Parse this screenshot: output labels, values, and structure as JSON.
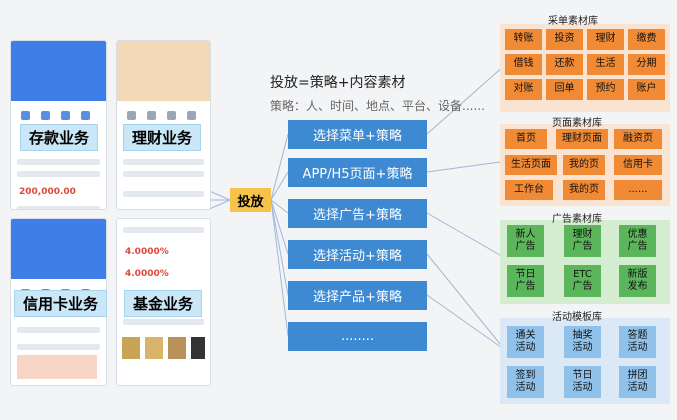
{
  "phones": [
    {
      "label": "存款业务",
      "amount": "200,000.00"
    },
    {
      "label": "理财业务"
    },
    {
      "label": "信用卡业务"
    },
    {
      "label": "基金业务",
      "rates": [
        "4.0000%",
        "4.0000%"
      ]
    }
  ],
  "center": {
    "heading": "投放=策略+内容素材",
    "strategy": "策略：人、时间、地点、平台、设备......",
    "hub": "投放",
    "buttons": [
      "选择菜单+策略",
      "APP/H5页面+策略",
      "选择广告+策略",
      "选择活动+策略",
      "选择产品+策略",
      "........"
    ]
  },
  "libraries": {
    "menu": {
      "title": "采单素材库",
      "items": [
        "转账",
        "投资",
        "理财",
        "缴费",
        "借钱",
        "还款",
        "生活",
        "分期",
        "对账",
        "回单",
        "预约",
        "账户"
      ]
    },
    "page": {
      "title": "页面素材库",
      "items": [
        "首页",
        "理财页面",
        "融资页",
        "生活页面",
        "我的页",
        "信用卡",
        "工作台",
        "我的页",
        "......"
      ]
    },
    "ad": {
      "title": "广告素材库",
      "items": [
        "新人\n广告",
        "理财\n广告",
        "优惠\n广告",
        "节日\n广告",
        "ETC\n广告",
        "新版\n发布"
      ]
    },
    "activity": {
      "title": "活动模板库",
      "items": [
        "通关\n活动",
        "抽奖\n活动",
        "答题\n活动",
        "签到\n活动",
        "节日\n活动",
        "拼团\n活动"
      ]
    }
  },
  "colors": {
    "button": "#3d8ad3",
    "hub": "#f5c24a",
    "menu": "#f08a35",
    "ad": "#5bb55a",
    "activity": "#8fc1ea"
  }
}
